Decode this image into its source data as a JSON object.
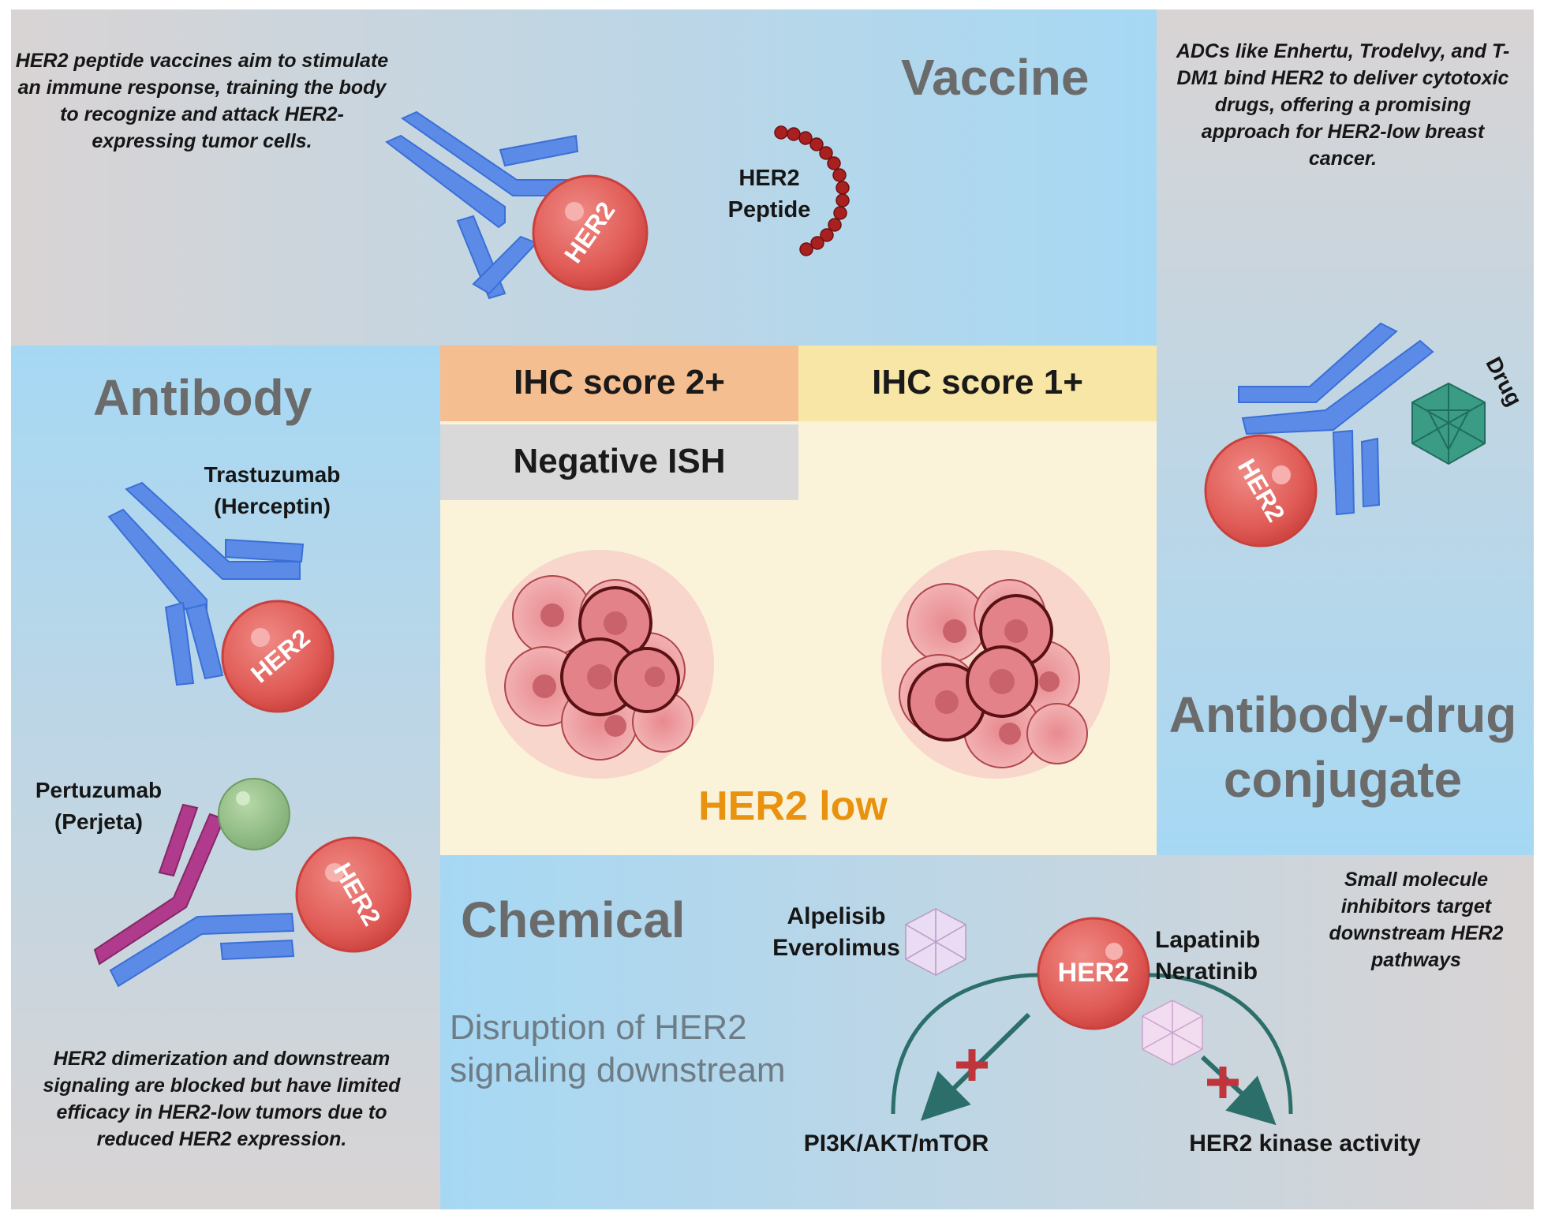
{
  "vaccine": {
    "title": "Vaccine",
    "description": "HER2 peptide vaccines aim to stimulate an immune response, training the body to recognize and attack HER2-expressing tumor cells.",
    "peptide_label_1": "HER2",
    "peptide_label_2": "Peptide",
    "cell_label": "HER2"
  },
  "adc": {
    "description": "ADCs like Enhertu, Trodelvy, and T-DM1 bind HER2 to deliver cytotoxic drugs, offering a promising approach for HER2-low breast cancer.",
    "drug_label": "Drug",
    "cell_label": "HER2",
    "title_line_1": "Antibody-drug",
    "title_line_2": "conjugate"
  },
  "antibody": {
    "title": "Antibody",
    "trastuzumab_1": "Trastuzumab",
    "trastuzumab_2": "(Herceptin)",
    "pertuzumab_1": "Pertuzumab",
    "pertuzumab_2": "(Perjeta)",
    "cell_label_1": "HER2",
    "cell_label_2": "HER2",
    "description": "HER2 dimerization and downstream signaling are blocked but have limited efficacy in HER2-low tumors due to reduced HER2 expression."
  },
  "center": {
    "ihc2": "IHC score 2+",
    "ihc1": "IHC score 1+",
    "ish": "Negative ISH",
    "her2_low": "HER2 low"
  },
  "chemical": {
    "title": "Chemical",
    "subtitle_1": "Disruption of HER2",
    "subtitle_2": "signaling downstream",
    "drug_left_1": "Alpelisib",
    "drug_left_2": "Everolimus",
    "drug_right_1": "Lapatinib",
    "drug_right_2": "Neratinib",
    "cell_label": "HER2",
    "pathway_left": "PI3K/AKT/mTOR",
    "pathway_right": "HER2 kinase activity",
    "description": "Small molecule inhibitors target downstream HER2 pathways"
  },
  "colors": {
    "blue_panel": "#a9d8f2",
    "grey_panel": "#d9d4d4",
    "cream": "#fbf3d9",
    "ihc2": "#f5be91",
    "ihc1": "#f7e6a6",
    "ish": "#d9d9d9",
    "antibody_blue": "#5b8be6",
    "her2_red": "#d9534f",
    "pertuzumab": "#b03a8c",
    "drug_green": "#3a9c85",
    "peptide": "#a82020",
    "arrow": "#2c6e6a",
    "inhibit": "#c0343b",
    "her2_low_text": "#e8920f"
  }
}
